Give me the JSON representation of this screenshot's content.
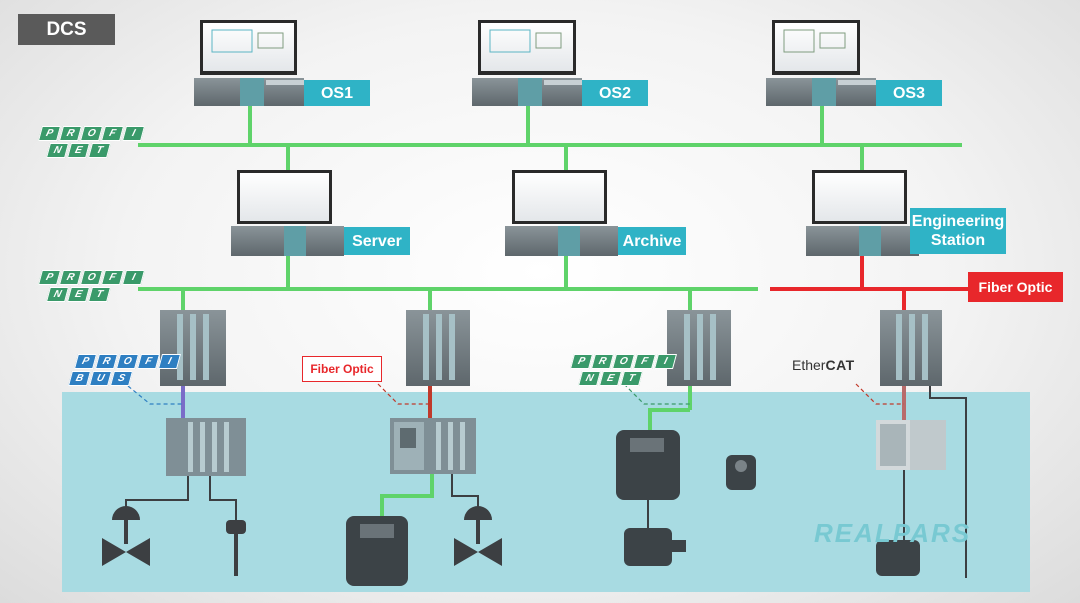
{
  "title": "DCS",
  "operator_stations": [
    "OS1",
    "OS2",
    "OS3"
  ],
  "servers": [
    "Server",
    "Archive",
    "Engineering\nStation"
  ],
  "fiber_optic_label": "Fiber Optic",
  "fiber_optic_small_label": "Fiber Optic",
  "profinet_letters": {
    "row1": [
      "P",
      "R",
      "O",
      "F",
      "I"
    ],
    "row2": [
      "N",
      "E",
      "T"
    ]
  },
  "profibus_letters": {
    "row1": [
      "P",
      "R",
      "O",
      "F",
      "I"
    ],
    "row2": [
      "B",
      "U",
      "S"
    ]
  },
  "ethercat": {
    "prefix": "Ether",
    "suffix": "CAT"
  },
  "brand": "REALPARS",
  "colors": {
    "profinet_green": "#5fd36a",
    "fiber_red": "#e8272b",
    "profibus_purple": "#7a6cc8",
    "field_area": "#a8dbe2",
    "label_teal": "#2fb3c6",
    "hardware_gray": "#6f7a80"
  }
}
